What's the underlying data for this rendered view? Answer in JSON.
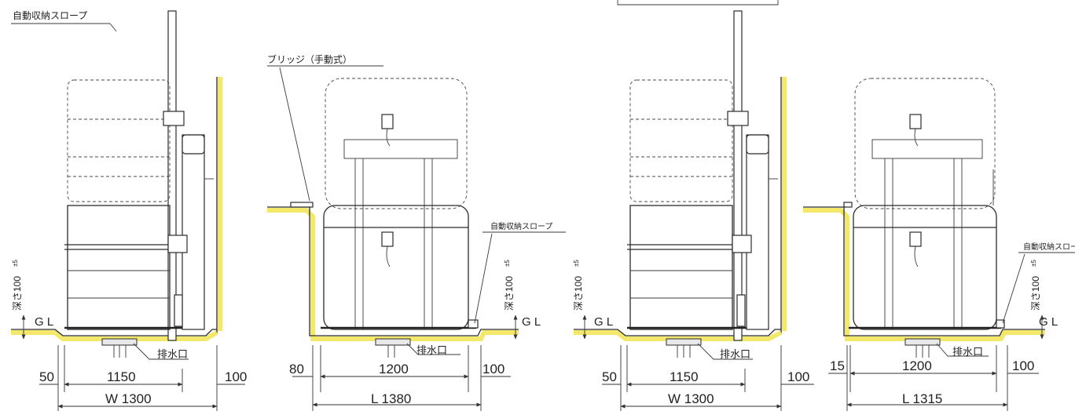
{
  "labels": {
    "auto_slope": "自動収納スロープ",
    "bridge": "ブリッジ（手動式）",
    "drain": "排水口",
    "gl": "G L",
    "depth": "深さ100",
    "depth_tol": "±5"
  },
  "figures": [
    {
      "id": "fig1",
      "dims": {
        "left": "50",
        "inner": "1150",
        "right": "100",
        "total": "W 1300"
      }
    },
    {
      "id": "fig2",
      "dims": {
        "left": "80",
        "inner": "1200",
        "right": "100",
        "total": "L 1380"
      }
    },
    {
      "id": "fig3",
      "dims": {
        "left": "50",
        "inner": "1150",
        "right": "100",
        "total": "W 1300"
      }
    },
    {
      "id": "fig4",
      "dims": {
        "left": "15",
        "inner": "1200",
        "right": "100",
        "total": "L 1315"
      }
    }
  ],
  "colors": {
    "wall_accent": "#f3e86a",
    "line": "#2b2b2b"
  }
}
